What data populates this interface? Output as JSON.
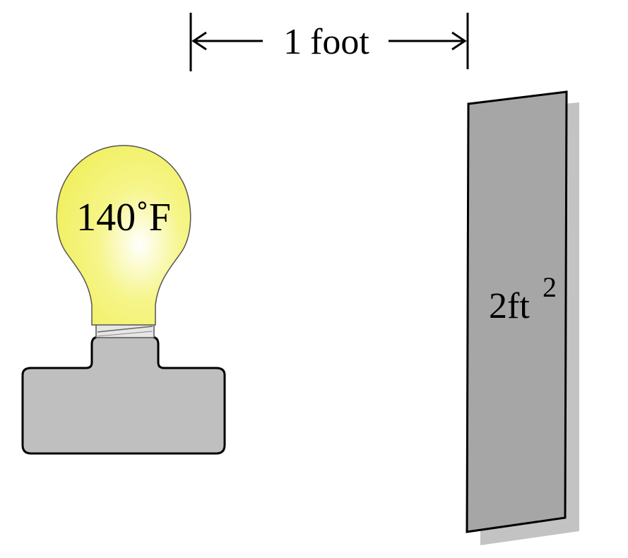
{
  "distance_label": {
    "value": "1",
    "unit": "foot"
  },
  "bulb": {
    "temperature_value": "140",
    "degree_symbol": "˚",
    "temperature_unit": "F"
  },
  "panel": {
    "area_value": "2",
    "area_unit": "ft",
    "area_exponent": "2"
  },
  "colors": {
    "bulb_fill": "#f0ef5a",
    "bulb_highlight": "#ffffff",
    "base_fill": "#bfbfbf",
    "panel_fill": "#a6a6a6",
    "panel_shadow": "#c3c3c3",
    "stroke": "#000000"
  }
}
